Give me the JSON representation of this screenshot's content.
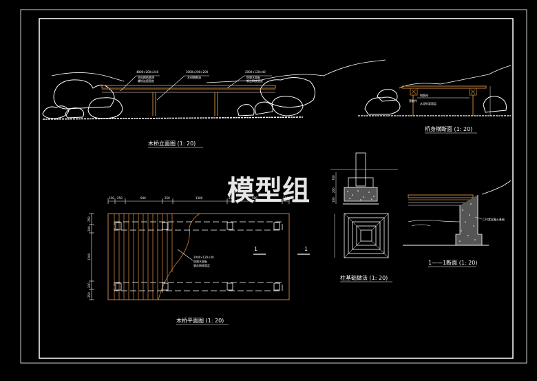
{
  "watermark": "模型组",
  "views": {
    "elevation": {
      "title": "木桥立面图 (1: 20)",
      "notes": [
        "4800×200×240",
        "木料刷防腐漆",
        "螺栓连接固定",
        "3000×200×200",
        "木材刷桐油",
        "2000×120×40",
        "防腐木面板",
        "钢丝网底固定"
      ]
    },
    "section_rail": {
      "title": "桥身横断面 (1: 20)",
      "notes": [
        "钢筋网",
        "水泥砂浆面层",
        "预制件"
      ]
    },
    "plan": {
      "title": "木桥平面图 (1: 20)",
      "dims_top": [
        "150",
        "250",
        "940",
        "250",
        "1300",
        "250",
        "480",
        "150"
      ],
      "dims_left": [
        "250",
        "200",
        "1200",
        "200",
        "250"
      ],
      "callout": [
        "2000×120×40",
        "防腐木面板",
        "钢丝网底固定"
      ],
      "section_mark_left": "1",
      "section_mark_right": "1"
    },
    "footing": {
      "title": "柱基础做法 (1: 20)",
      "dims": [
        "700",
        "200",
        "100"
      ]
    },
    "section_1": {
      "title": "1——1断面 (1: 20)",
      "notes": [
        "C20素混凝土基础"
      ]
    }
  }
}
